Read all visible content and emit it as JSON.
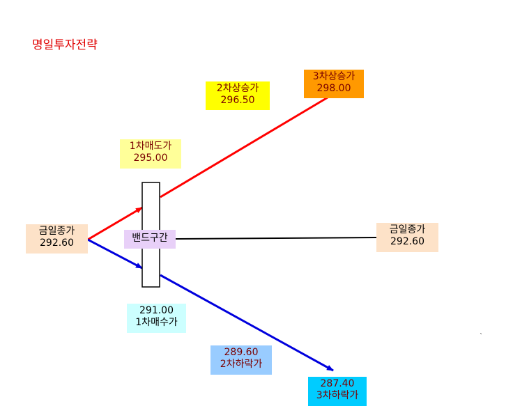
{
  "title": "명일투자전략",
  "colors": {
    "title": "#e00000",
    "up_arrow": "#ff0000",
    "down_arrow": "#0000dd",
    "close_box": "#fde2c8",
    "band_box": "#e8d0f8",
    "sell1_box": "#ffff99",
    "up2_box": "#ffff00",
    "up3_box": "#ff9900",
    "buy1_box": "#ccffff",
    "down2_box": "#99ccff",
    "down3_box": "#00ccff"
  },
  "nodes": {
    "close_left": {
      "label": "금일종가",
      "value": "292.60"
    },
    "close_right": {
      "label": "금일종가",
      "value": "292.60"
    },
    "band": {
      "label": "밴드구간"
    },
    "sell1": {
      "label": "1차매도가",
      "value": "295.00"
    },
    "up2": {
      "label": "2차상승가",
      "value": "296.50"
    },
    "up3": {
      "label": "3차상승가",
      "value": "298.00"
    },
    "buy1": {
      "value": "291.00",
      "label": "1차매수가"
    },
    "down2": {
      "value": "289.60",
      "label": "2차하락가"
    },
    "down3": {
      "value": "287.40",
      "label": "3차하락가"
    }
  },
  "footnote": "`"
}
